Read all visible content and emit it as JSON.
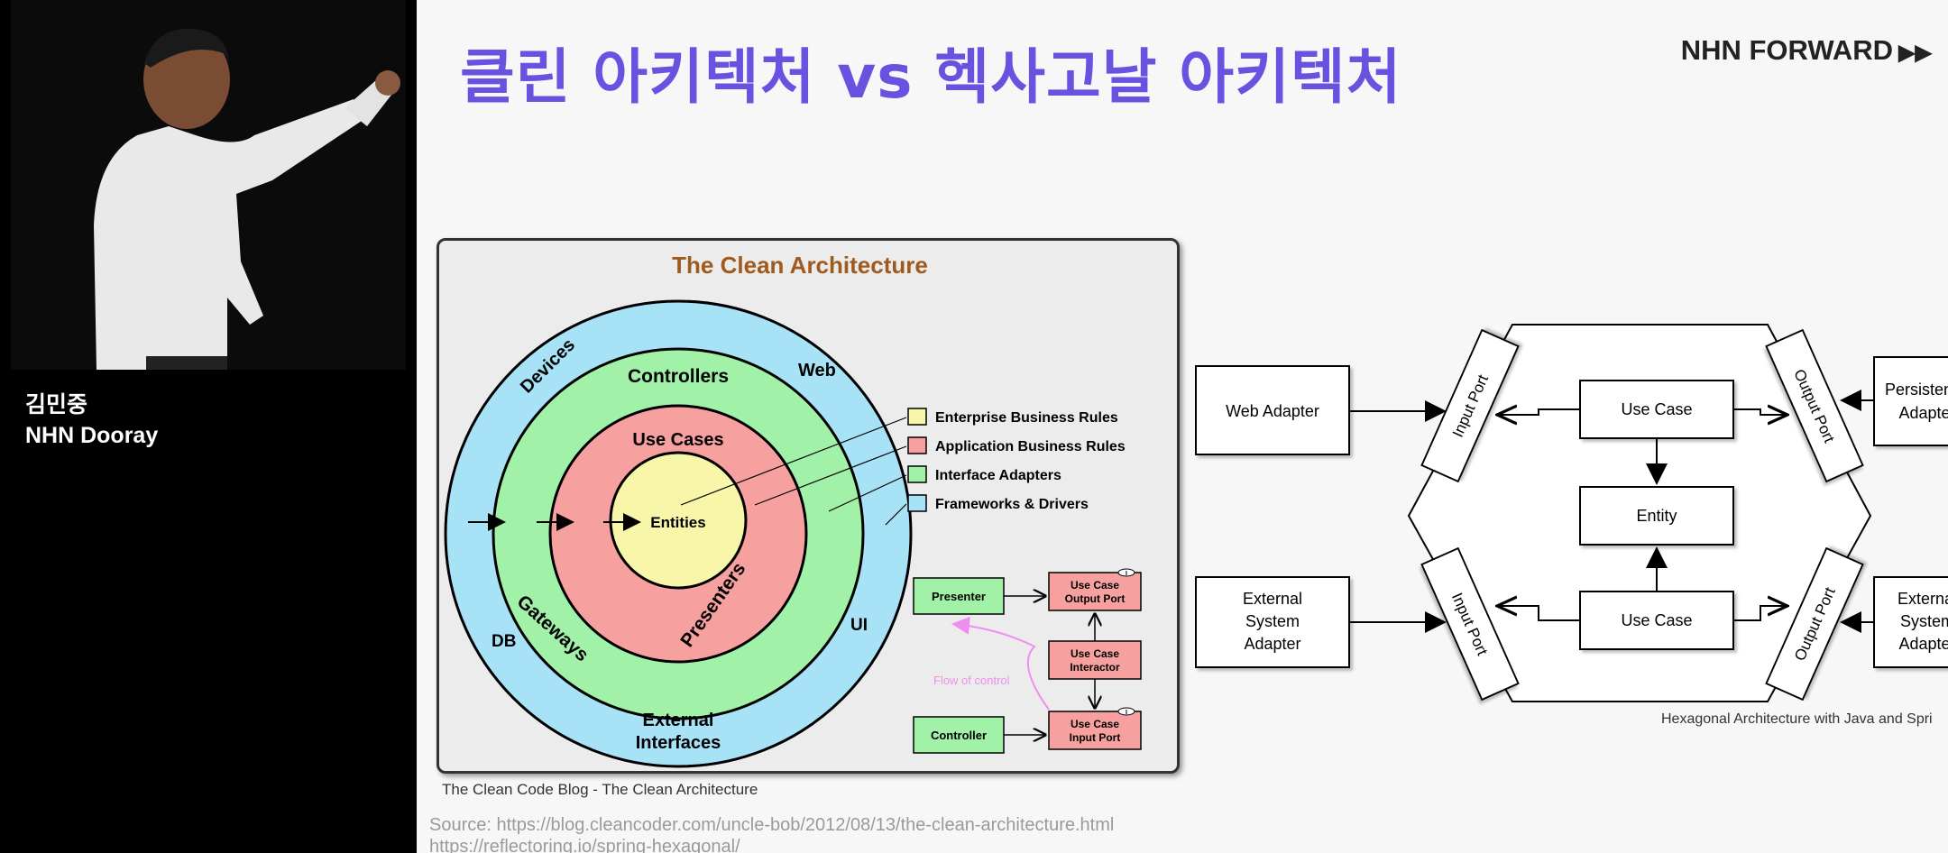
{
  "speaker": {
    "name": "김민중",
    "team": "NHN Dooray"
  },
  "slide": {
    "title": "클린 아키텍처 vs 헥사고날 아키텍처",
    "brand": "NHN FORWARD",
    "brand_mark": "▶▶",
    "sources": [
      "Source: https://blog.cleancoder.com/uncle-bob/2012/08/13/the-clean-architecture.html",
      "https://reflectoring.io/spring-hexagonal/"
    ]
  },
  "clean": {
    "title": "The Clean Architecture",
    "caption": "The Clean Code Blog - The Clean Architecture",
    "rings": {
      "devices": "Devices",
      "web": "Web",
      "db": "DB",
      "ui": "UI",
      "external1": "External",
      "external2": "Interfaces",
      "controllers": "Controllers",
      "gateways": "Gateways",
      "presenters": "Presenters",
      "use_cases": "Use Cases",
      "entities": "Entities"
    },
    "legend": [
      {
        "label": "Enterprise Business Rules",
        "color": "#f8f6a8"
      },
      {
        "label": "Application Business Rules",
        "color": "#f6a19f"
      },
      {
        "label": "Interface Adapters",
        "color": "#a1f2a8"
      },
      {
        "label": "Frameworks & Drivers",
        "color": "#a8e2f6"
      }
    ],
    "flow": {
      "presenter": "Presenter",
      "controller": "Controller",
      "output_port_1": "Use Case",
      "output_port_2": "Output Port",
      "interactor_1": "Use Case",
      "interactor_2": "Interactor",
      "input_port_1": "Use Case",
      "input_port_2": "Input Port",
      "flow_label": "Flow of control",
      "io_mark": "I"
    }
  },
  "hex": {
    "caption": "Hexagonal Architecture with Java and Spri",
    "web_adapter": "Web Adapter",
    "persistence_1": "Persistence",
    "persistence_2": "Adapter",
    "ext_left": [
      "External",
      "System",
      "Adapter"
    ],
    "ext_right": [
      "External",
      "System",
      "Adapter"
    ],
    "use_case_top": "Use Case",
    "use_case_bottom": "Use Case",
    "entity": "Entity",
    "input_port": "Input Port",
    "output_port": "Output Port"
  }
}
